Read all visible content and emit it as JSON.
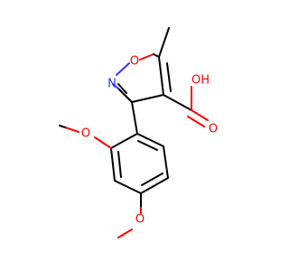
{
  "molecule": {
    "atoms": {
      "ring_oxygen": "O",
      "ring_nitrogen": "N",
      "acid_oh": "OH",
      "acid_carbonyl_o": "O",
      "methoxy_o_ortho": "O",
      "methoxy_o_para": "O"
    },
    "colors": {
      "carbon_bond": "#000000",
      "oxygen": "#ff0000",
      "nitrogen": "#3333ff",
      "background": "#ffffff"
    }
  }
}
